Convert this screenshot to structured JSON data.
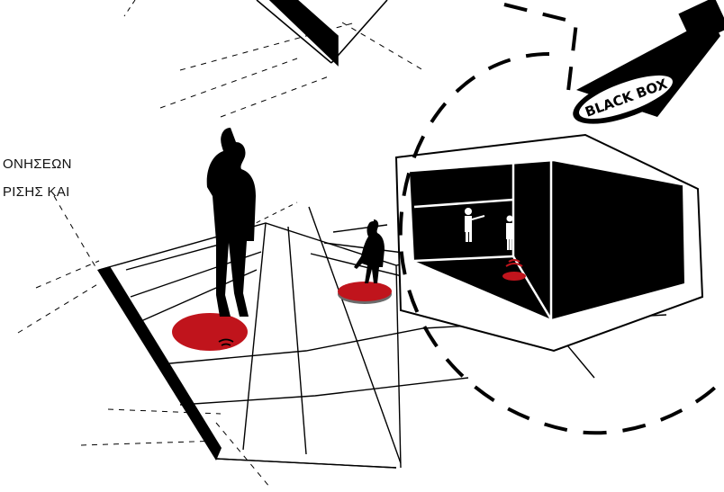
{
  "caption": {
    "line1": "ΟΝΗΣΕΩΝ",
    "line2": "ΡΙΣΗΣ ΚΑΙ"
  },
  "spotlight": {
    "logo_text": "BLACK BOX"
  },
  "colors": {
    "ink": "#000000",
    "accent_red": "#c0141c",
    "paper": "#ffffff"
  }
}
